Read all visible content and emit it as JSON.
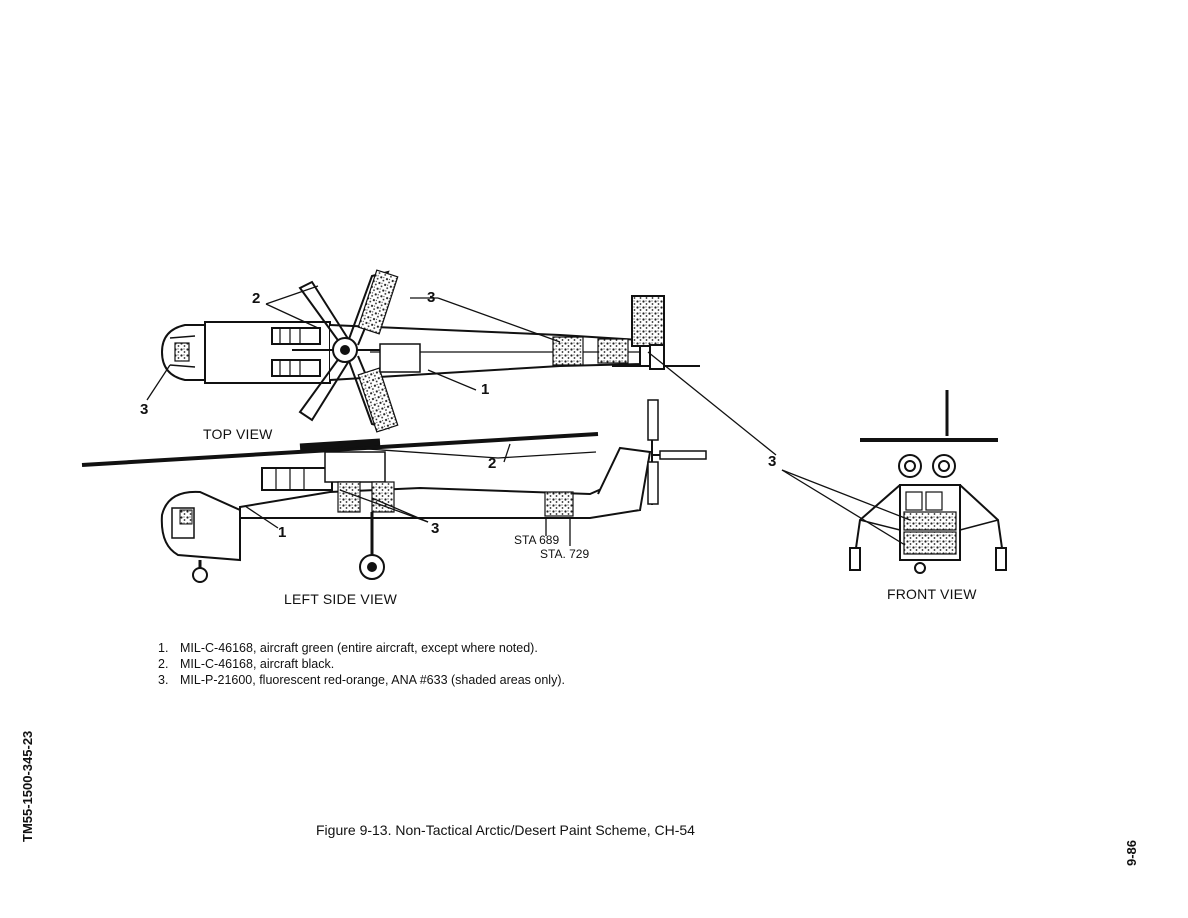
{
  "figure": {
    "caption": "Figure 9-13.   Non-Tactical Arctic/Desert Paint Scheme, CH-54",
    "page_number": "9-86",
    "document_id": "TM55-1500-345-23"
  },
  "views": {
    "top": "TOP VIEW",
    "left_side": "LEFT SIDE VIEW",
    "front": "FRONT VIEW"
  },
  "callouts": {
    "one": "1",
    "two": "2",
    "three": "3"
  },
  "stations": {
    "sta_689": "STA 689",
    "sta_729": "STA. 729"
  },
  "notes": [
    {
      "num": "1.",
      "text": "MIL-C-46168, aircraft green (entire aircraft, except where noted)."
    },
    {
      "num": "2.",
      "text": "MIL-C-46168, aircraft black."
    },
    {
      "num": "3.",
      "text": "MIL-P-21600, fluorescent red-orange, ANA #633 (shaded areas only)."
    }
  ],
  "colors": {
    "ink": "#111111",
    "shaded": "#8a8a8a"
  }
}
